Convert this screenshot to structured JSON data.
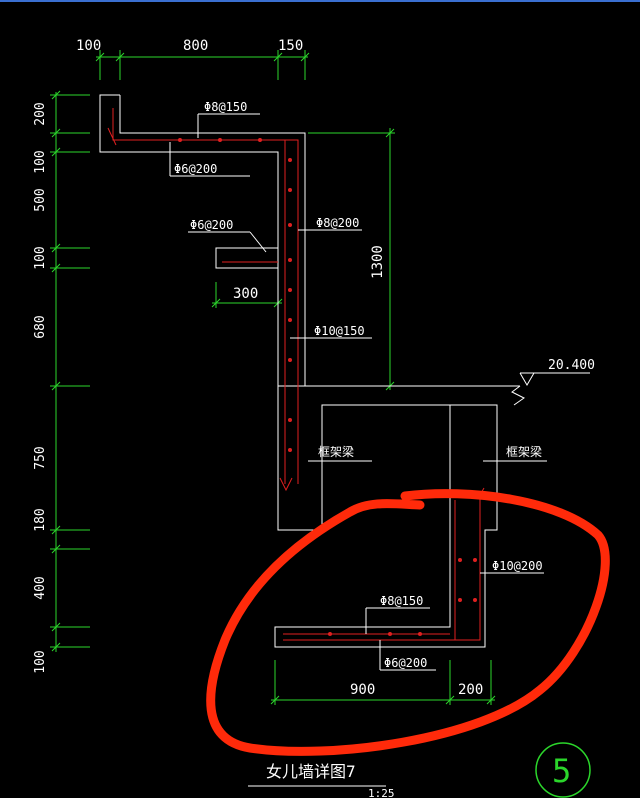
{
  "dims": {
    "top": [
      "100",
      "800",
      "150"
    ],
    "left": [
      "200",
      "100",
      "500",
      "100",
      "680",
      "750",
      "180",
      "400",
      "100"
    ],
    "right_vertical": "1300",
    "notch": "300",
    "bottom": [
      "900",
      "200"
    ]
  },
  "rebar": {
    "top_bar": "Φ8@150",
    "top_dist": "Φ6@200",
    "notch_bar": "Φ6@200",
    "wall_bar": "Φ8@200",
    "wall_vertical": "Φ10@150",
    "foot_bar": "Φ8@150",
    "foot_dist": "Φ6@200",
    "pier_bar": "Φ10@200"
  },
  "beams": {
    "left": "框架梁",
    "right": "框架梁"
  },
  "elevation": "20.400",
  "title": "女儿墙详图7",
  "scale": "1:25",
  "section_no": "5",
  "colors": {
    "background": "#000000",
    "dimension": "#2bd62b",
    "outline": "#ffffff",
    "rebar": "#e02020",
    "markup": "#ff2a0a"
  }
}
